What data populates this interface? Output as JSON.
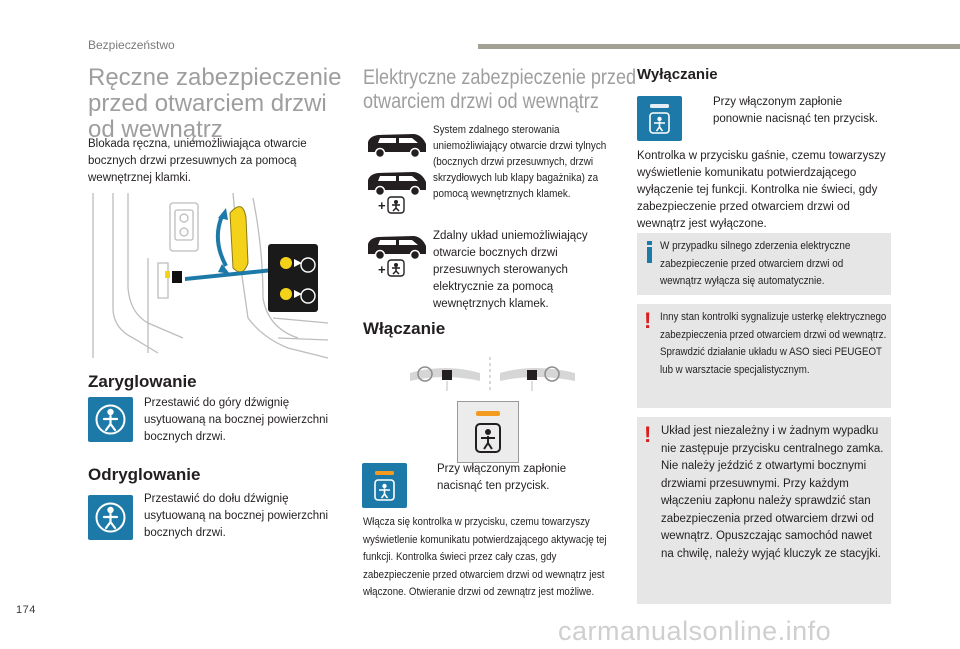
{
  "header": {
    "section": "Bezpieczeństwo",
    "page_number": "174"
  },
  "left": {
    "title": "Ręczne zabezpieczenie przed otwarciem drzwi od wewnątrz",
    "intro": "Blokada ręczna, uniemożliwiająca otwarcie bocznych drzwi przesuwnych za pomocą wewnętrznej klamki.",
    "lock_heading": "Zaryglowanie",
    "lock_text": "Przestawić do góry dźwignię usytuowaną na bocznej powierzchni bocznych drzwi.",
    "unlock_heading": "Odryglowanie",
    "unlock_text": "Przestawić do dołu dźwignię usytuowaną na bocznej powierzchni bocznych drzwi."
  },
  "middle": {
    "title_line1": "Elektryczne zabezpieczenie przed",
    "title_line2": "otwarciem drzwi od wewnątrz",
    "system1": "System zdalnego sterowania uniemożliwiający otwarcie drzwi tylnych (bocznych drzwi przesuwnych, drzwi skrzydłowych lub klapy bagażnika) za pomocą wewnętrznych klamek.",
    "system2": "Zdalny układ uniemożliwiający otwarcie bocznych drzwi przesuwnych sterowanych elektrycznie za pomocą wewnętrznych klamek.",
    "on_heading": "Włączanie",
    "on_step": "Przy włączonym zapłonie nacisnąć ten przycisk.",
    "on_note": "Włącza się kontrolka w przycisku, czemu towarzyszy wyświetlenie komunikatu potwierdzającego aktywację tej funkcji. Kontrolka świeci przez cały czas, gdy zabezpieczenie przed otwarciem drzwi od wewnątrz jest włączone. Otwieranie drzwi od zewnątrz jest możliwe.",
    "bullet": "",
    "plus_sign": "+"
  },
  "right": {
    "off_heading": "Wyłączanie",
    "off_step": "Przy włączonym zapłonie ponownie nacisnąć ten przycisk.",
    "off_note": "Kontrolka w przycisku gaśnie, czemu towarzyszy wyświetlenie komunikatu potwierdzającego wyłączenie tej funkcji. Kontrolka nie świeci, gdy zabezpieczenie przed otwarciem drzwi od wewnątrz jest wyłączone.",
    "info_text": "W przypadku silnego zderzenia elektryczne zabezpieczenie przed otwarciem drzwi od wewnątrz wyłącza się automatycznie.",
    "info_mark": "i",
    "warn1_text": "Inny stan kontrolki sygnalizuje usterkę elektrycznego zabezpieczenia przed otwarciem drzwi od wewnątrz. Sprawdzić działanie układu w ASO sieci PEUGEOT lub w warsztacie specjalistycznym.",
    "warn2_text": "Układ jest niezależny i w żadnym wypadku nie zastępuje przycisku centralnego zamka. Nie należy jeździć z otwartymi bocznymi drzwiami przesuwnymi. Przy każdym włączeniu zapłonu należy sprawdzić stan zabezpieczenia przed otwarciem drzwi od wewnątrz. Opuszczając samochód nawet na chwilę, należy wyjąć kluczyk ze stacyjki.",
    "warn_mark": "!"
  },
  "watermark": "carmanualsonline.info",
  "colors": {
    "accent_blue": "#1d7aa8",
    "info_blue": "#1d7aa8",
    "warn_red": "#d81e1e",
    "indicator_orange": "#f39a1f",
    "grey_box": "#e6e6e6",
    "header_bar": "#a3a194"
  }
}
